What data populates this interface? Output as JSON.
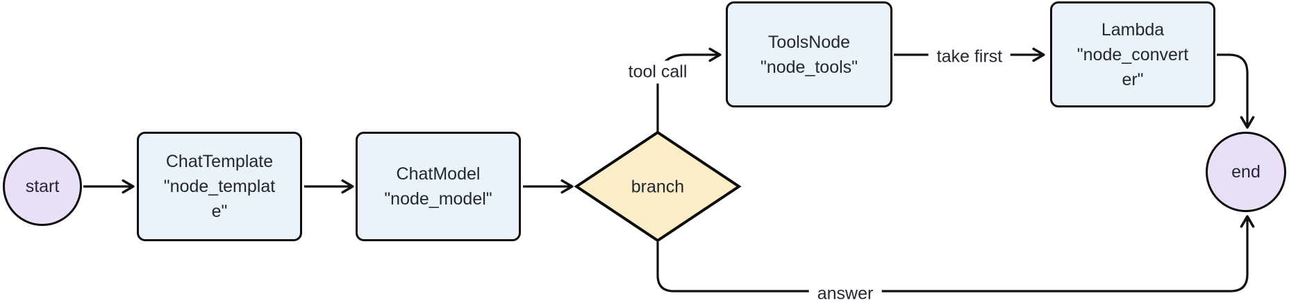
{
  "diagram": {
    "type": "flowchart",
    "nodes": {
      "start": {
        "label": "start",
        "shape": "circle"
      },
      "chat_template": {
        "shape": "box",
        "lines": [
          "ChatTemplate",
          "\"node_templat",
          "e\""
        ]
      },
      "chat_model": {
        "shape": "box",
        "lines": [
          "ChatModel",
          "\"node_model\""
        ]
      },
      "branch": {
        "label": "branch",
        "shape": "diamond"
      },
      "tools_node": {
        "shape": "box",
        "lines": [
          "ToolsNode",
          "\"node_tools\""
        ]
      },
      "lambda": {
        "shape": "box",
        "lines": [
          "Lambda",
          "\"node_convert",
          "er\""
        ]
      },
      "end": {
        "label": "end",
        "shape": "circle"
      }
    },
    "edge_labels": {
      "tool_call": "tool call",
      "take_first": "take first",
      "answer": "answer"
    },
    "colors": {
      "circle_fill": "#e9e0f7",
      "box_fill": "#ecf2fa",
      "diamond_fill": "#faedc7",
      "node_border": "#0b0b0b",
      "edge_stroke": "#111111",
      "text": "#232730",
      "background": "#ffffff"
    }
  }
}
